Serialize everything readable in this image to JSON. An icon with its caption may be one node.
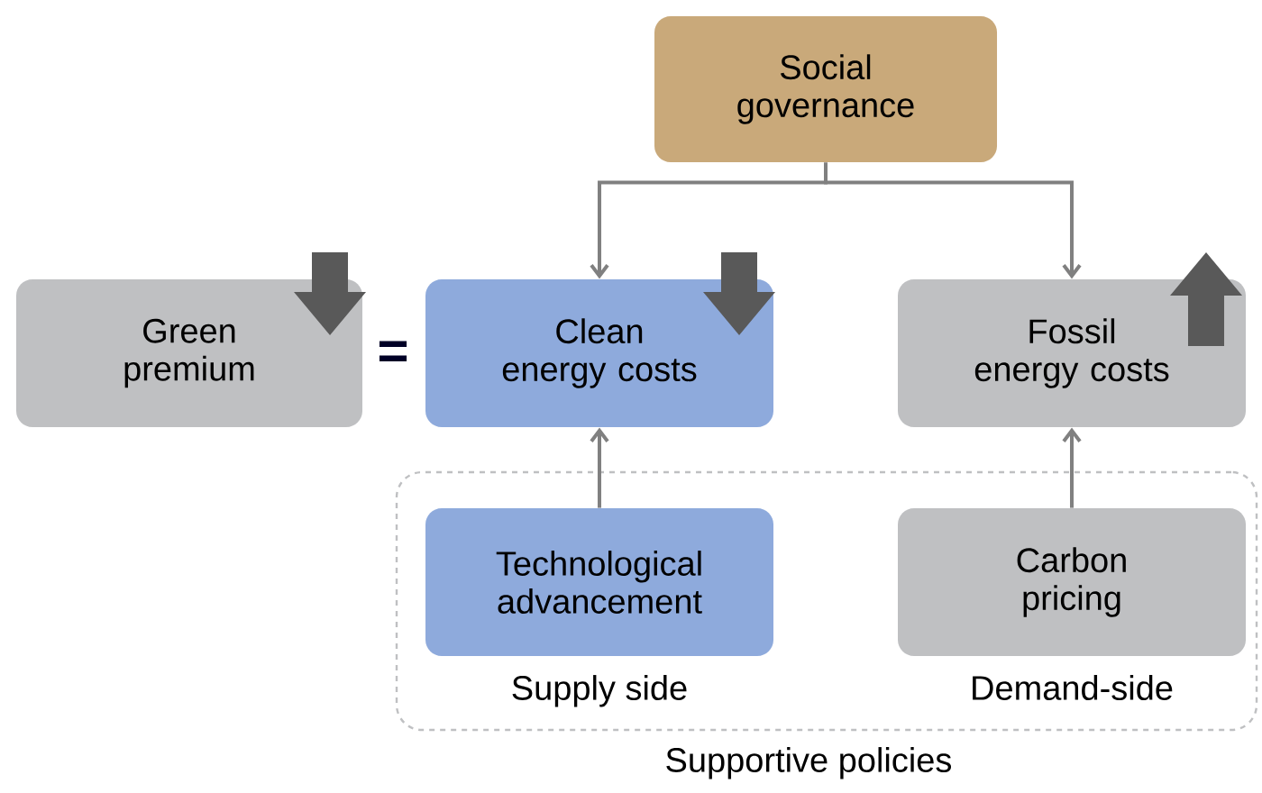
{
  "diagram": {
    "nodes": [
      {
        "text": [
          "Social governance"
        ]
      },
      {
        "text": [
          "Green premium"
        ]
      },
      {
        "text": [
          "Clean energy costs"
        ]
      },
      {
        "text": [
          "Fossil energy costs"
        ]
      },
      {
        "text": [
          "Supportive policies"
        ]
      },
      {
        "text": [
          "Technological advancement"
        ],
        "in": 4,
        "beside": [
          "Supply side"
        ]
      },
      {
        "text": [
          "Carbon pricing"
        ],
        "in": 4,
        "beside": [
          "Demand-side"
        ]
      }
    ],
    "edges": [
      {
        "from": 0,
        "to": 2,
        "arrow": "to"
      },
      {
        "from": 0,
        "to": 3,
        "arrow": "to"
      },
      {
        "from": 5,
        "to": 2,
        "arrow": "to"
      },
      {
        "from": 6,
        "to": 3,
        "arrow": "to"
      }
    ],
    "labels": [
      "="
    ]
  }
}
